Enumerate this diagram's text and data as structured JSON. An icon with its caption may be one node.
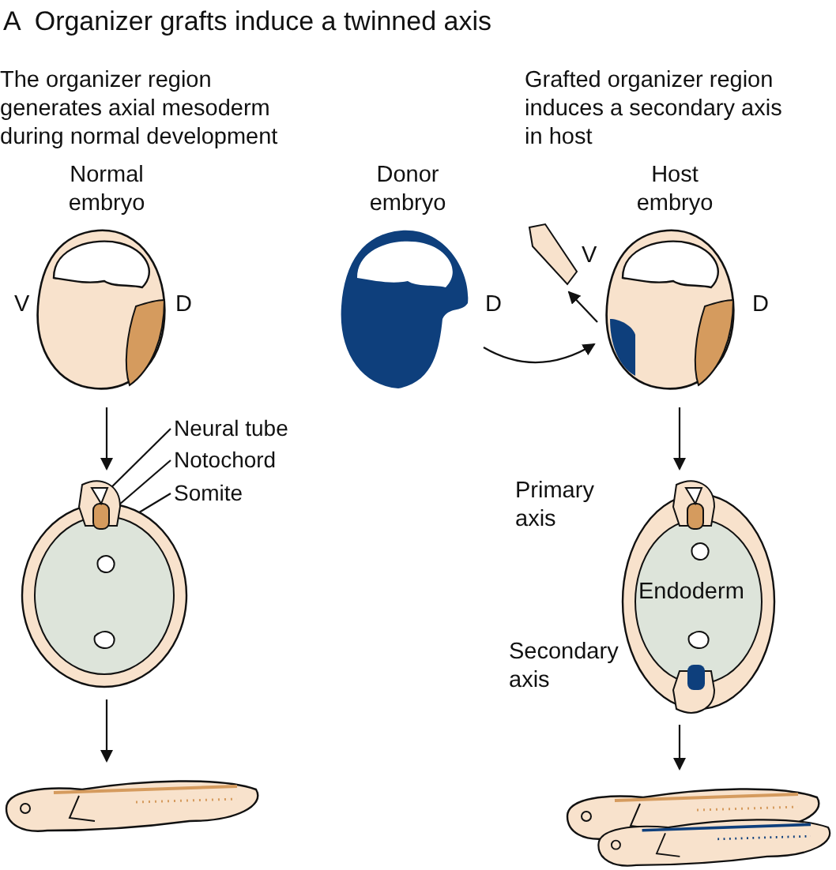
{
  "diagram": {
    "title": "A  Organizer grafts induce a twinned axis",
    "nodes": [
      {
        "text": [
          "Normal embryo"
        ],
        "beside": [
          "V",
          "D"
        ]
      },
      {
        "text": [],
        "shape": "picture"
      },
      {
        "text": [],
        "shape": "picture"
      },
      {
        "text": [
          "Donor embryo"
        ],
        "beside": [
          "D"
        ]
      },
      {
        "text": [],
        "shape": "picture",
        "beside": [
          "V"
        ]
      },
      {
        "text": [
          "Host embryo"
        ],
        "beside": [
          "D"
        ]
      },
      {
        "text": [
          "Endoderm"
        ],
        "beside": [
          "Primary axis",
          "Secondary axis"
        ]
      },
      {
        "text": [],
        "shape": "picture"
      },
      {
        "text": [
          "Neural tube"
        ]
      },
      {
        "text": [
          "Notochord"
        ]
      },
      {
        "text": [
          "Somite"
        ]
      }
    ],
    "edges": [
      {
        "from": 0,
        "to": 1,
        "arrow": "to"
      },
      {
        "from": 1,
        "to": 2,
        "arrow": "to"
      },
      {
        "from": 3,
        "to": 5,
        "arrow": "to"
      },
      {
        "from": 5,
        "to": 4,
        "arrow": "to"
      },
      {
        "from": 5,
        "to": 6,
        "arrow": "to"
      },
      {
        "from": 6,
        "to": 7,
        "arrow": "to"
      },
      {
        "from": 8,
        "to": 1,
        "arrow": "none"
      },
      {
        "from": 9,
        "to": 1,
        "arrow": "none"
      },
      {
        "from": 10,
        "to": 1,
        "arrow": "none"
      }
    ],
    "labels": [
      "The organizer region generates axial mesoderm during normal development",
      "Grafted organizer region induces a secondary axis in host"
    ]
  }
}
